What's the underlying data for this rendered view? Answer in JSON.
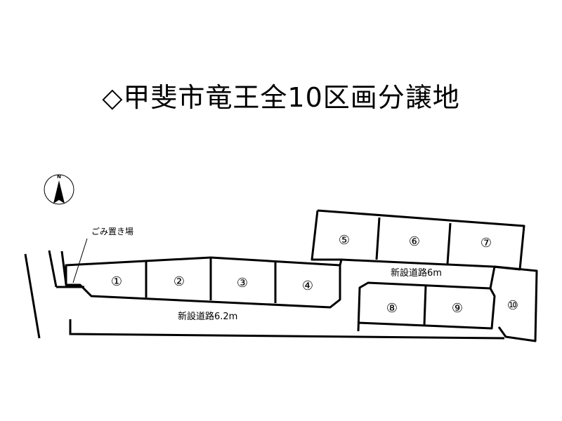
{
  "title": "◇甲斐市竜王全10区画分譲地",
  "north_label": "N",
  "garbage_label": "ごみ置き場",
  "roads": {
    "main": "新設道路6.2m",
    "branch": "新設道路6m"
  },
  "lots": [
    "①",
    "②",
    "③",
    "④",
    "⑤",
    "⑥",
    "⑦",
    "⑧",
    "⑨",
    "⑩"
  ]
}
